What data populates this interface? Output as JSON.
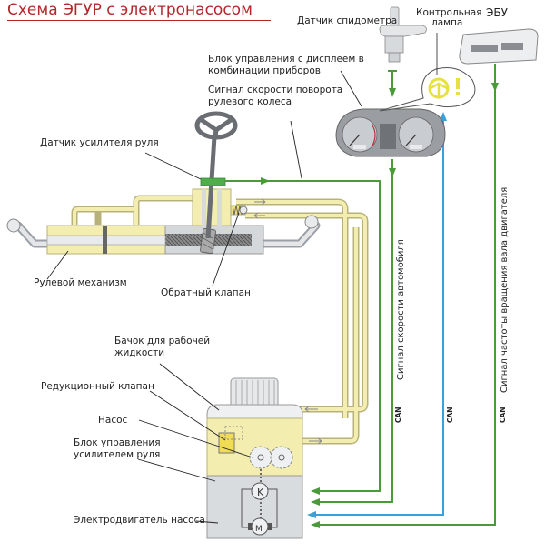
{
  "title": "Схема ЭГУР с электронасосом",
  "colors": {
    "title": "#b3272a",
    "signal_green": "#4a9a3a",
    "signal_blue": "#3aa0d8",
    "fluid_yellow": "#f3eeb0",
    "pipe_outline": "#b8b27a",
    "housing_gray": "#d9dcdf",
    "lamp_yellow": "#e6e040"
  },
  "labels": {
    "speedometer_sensor": "Датчик спидометра",
    "warning_lamp_line1": "Контрольная",
    "warning_lamp_line2": "лампа",
    "ecu": "ЭБУ",
    "instrument_cluster_line1": "Блок управления с дисплеем в",
    "instrument_cluster_line2": "комбинации приборов",
    "steering_speed_signal_line1": "Сигнал скорости поворота",
    "steering_speed_signal_line2": "рулевого колеса",
    "steering_sensor": "Датчик усилителя руля",
    "steering_gear": "Рулевой механизм",
    "check_valve": "Обратный клапан",
    "reservoir_line1": "Бачок для рабочей",
    "reservoir_line2": "жидкости",
    "pressure_relief_valve": "Редукционный клапан",
    "pump": "Насос",
    "control_unit_line1": "Блок управления",
    "control_unit_line2": "усилителем руля",
    "pump_motor": "Электродвигатель насоса",
    "vehicle_speed_signal": "Сигнал скорости автомобиля",
    "engine_speed_signal": "Сигнал частоты вращения вала двигателя",
    "can_1": "CAN",
    "can_2": "CAN",
    "can_3": "CAN",
    "transistor_symbol": "K",
    "motor_symbol": "M"
  }
}
